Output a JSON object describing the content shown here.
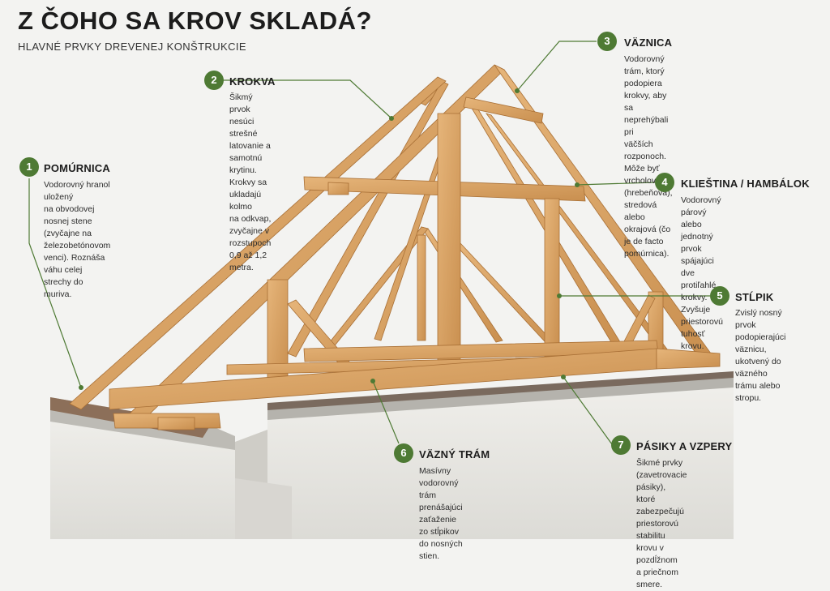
{
  "header": {
    "title": "Z ČOHO SA KROV SKLADÁ?",
    "subtitle": "HLAVNÉ PRVKY DREVENEJ KONŠTRUKCIE"
  },
  "colors": {
    "accent": "#4e7a34",
    "wood": "#d9a464",
    "wood_dark": "#b97d3e",
    "concrete": "#e9e8e4"
  },
  "callouts": [
    {
      "number": "1",
      "title": "POMÚRNICA",
      "text": "Vodorovný hranol uložený\nna obvodovej nosnej stene\n(zvyčajne na železobetónovom\nvenci). Roznáša váhu celej\nstrechy do muriva."
    },
    {
      "number": "2",
      "title": "KROKVA",
      "text": "Šikmý prvok nesúci strešné\nlatovanie a samotnú krytinu.\nKrokvy sa ukladajú kolmo\nna odkvap, zvyčajne v rozstupoch\n0,9 až 1,2 metra."
    },
    {
      "number": "3",
      "title": "VÄZNICA",
      "text": "Vodorovný trám, ktorý podopiera\nkrokvy, aby sa neprehýbali pri\nväčších rozponoch. Môže byť\nvrcholová (hrebeňová), stredová\nalebo okrajová (čo je de facto\npomúrnica)."
    },
    {
      "number": "4",
      "title": "KLIEŠTINA / HAMBÁLOK",
      "text": "Vodorovný párový alebo\njednotný prvok spájajúci\ndve protiľahlé krokvy.\nZvyšuje priestorovú\ntuhosť krovu."
    },
    {
      "number": "5",
      "title": "STĹPIK",
      "text": "Zvislý nosný prvok\npodopierajúci väznicu,\nukotvený do väzného\ntrámu alebo stropu."
    },
    {
      "number": "6",
      "title": "VÄZNÝ TRÁM",
      "text": "Masívny vodorovný trám\nprenášajúci zaťaženie\nzo stĺpikov do nosných stien."
    },
    {
      "number": "7",
      "title": "PÁSIKY A VZPERY",
      "text": "Šikmé prvky (zavetrovacie pásiky),\nktoré zabezpečujú priestorovú\nstabilitu krovu v pozdĺžnom\na priečnom smere."
    }
  ]
}
